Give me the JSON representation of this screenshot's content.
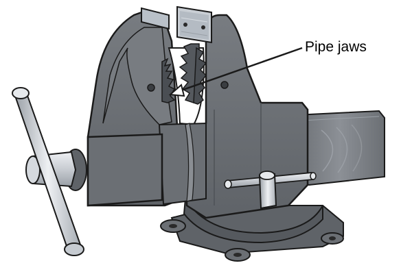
{
  "diagram": {
    "callout": {
      "label": "Pipe jaws"
    },
    "colors": {
      "body": "#6f7378",
      "body_dark": "#55595e",
      "body_light": "#8a8e93",
      "outline": "#1a1a1a",
      "handle": "#c8ccd2",
      "handle_shine": "#eef0f3",
      "anvil": "#7b7f85",
      "jaw_plate": "#b9c0c8",
      "background": "#ffffff"
    },
    "icons": {
      "vise": "bench-vise-illustration",
      "arrow": "callout-arrow"
    }
  }
}
